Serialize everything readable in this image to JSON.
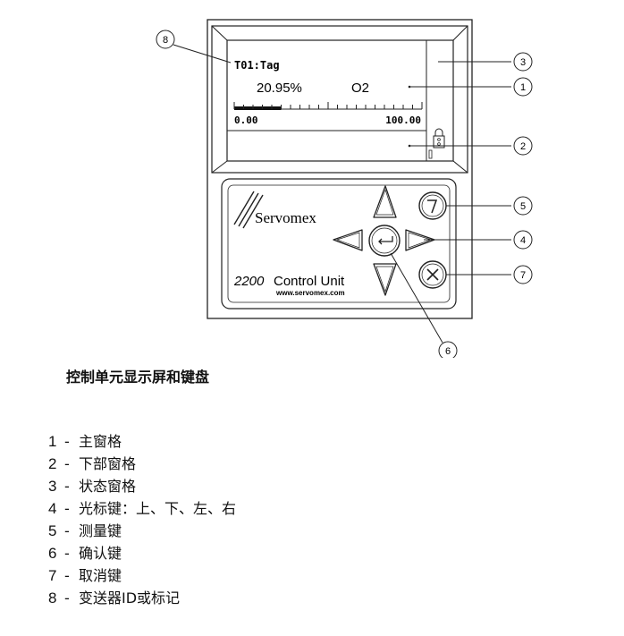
{
  "display": {
    "tag": "T01:Tag",
    "reading_value": "20.95%",
    "gas": "O2",
    "bar_level_fraction": 0.25,
    "scale_min": "0.00",
    "scale_max": "100.00"
  },
  "keypad": {
    "brand": "Servomex",
    "model_number": "2200",
    "model_name": "Control Unit",
    "website": "www.servomex.com"
  },
  "callouts": [
    "1",
    "2",
    "3",
    "4",
    "5",
    "6",
    "7",
    "8"
  ],
  "caption": "控制单元显示屏和键盘",
  "legend": [
    {
      "num": "1",
      "dash": "-",
      "label": "主窗格"
    },
    {
      "num": "2",
      "dash": "-",
      "label": "下部窗格"
    },
    {
      "num": "3",
      "dash": "-",
      "label": "状态窗格"
    },
    {
      "num": "4",
      "dash": "-",
      "label": "光标键：上、下、左、右"
    },
    {
      "num": "5",
      "dash": "-",
      "label": "测量键"
    },
    {
      "num": "6",
      "dash": "-",
      "label": "确认键"
    },
    {
      "num": "7",
      "dash": "-",
      "label": "取消键"
    },
    {
      "num": "8",
      "dash": "-",
      "label": "变送器ID或标记"
    }
  ]
}
